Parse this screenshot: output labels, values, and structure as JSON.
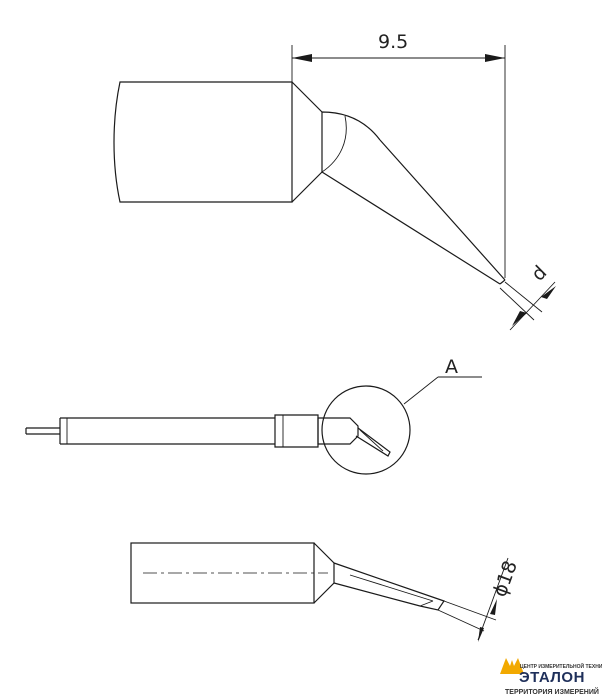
{
  "dimensions": {
    "length": "9.5",
    "tip_size": "d",
    "diameter": "ϕ18"
  },
  "detail_callout": "A",
  "logo": {
    "top_text": "ЦЕНТР ИЗМЕРИТЕЛЬНОЙ ТЕХНИКИ",
    "main_text": "ЭТАЛОН",
    "sub_text": "ТЕРРИТОРИЯ ИЗМЕРЕНИЙ",
    "brand_color": "#f2a900"
  }
}
